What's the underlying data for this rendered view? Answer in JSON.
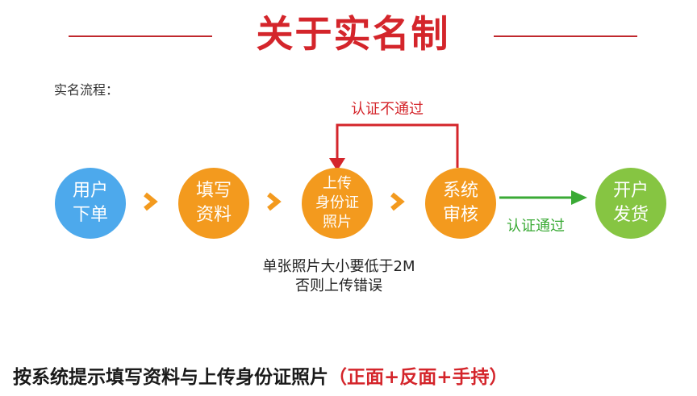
{
  "header": {
    "title": "关于实名制"
  },
  "section_label": "实名流程：",
  "steps": [
    {
      "line1": "用户",
      "line2": "下单",
      "color": "#4da9ec"
    },
    {
      "line1": "填写",
      "line2": "资料",
      "color": "#f39a1e"
    },
    {
      "line1": "上传",
      "line2": "身份证",
      "line3": "照片",
      "color": "#f39a1e"
    },
    {
      "line1": "系统",
      "line2": "审核",
      "color": "#f39a1e"
    },
    {
      "line1": "开户",
      "line2": "发货",
      "color": "#86c542"
    }
  ],
  "flow_labels": {
    "fail": "认证不通过",
    "pass": "认证通过"
  },
  "requirement": {
    "line1": "单张照片大小要低于2M",
    "line2": "否则上传错误"
  },
  "footer": {
    "text": "按系统提示填写资料与上传身份证照片",
    "highlight": "（正面+反面+手持）"
  },
  "colors": {
    "title_red": "#d4252b",
    "chevron_orange": "#f39a1e",
    "pass_green": "#3aaa35"
  }
}
